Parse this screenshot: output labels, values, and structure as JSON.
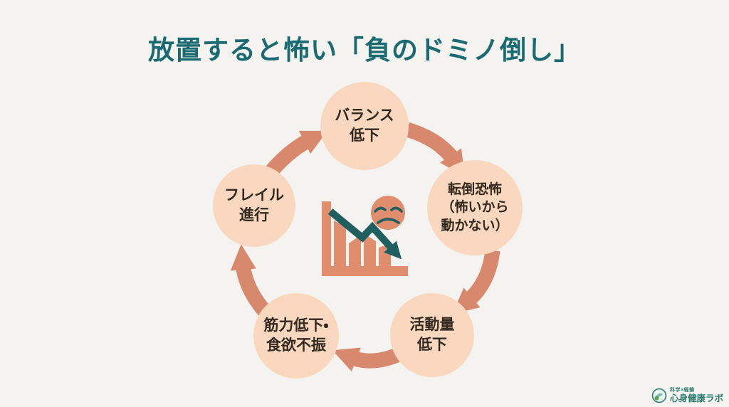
{
  "title": "放置すると怖い「負のドミノ倒し」",
  "colors": {
    "background": "#f4f3f0",
    "title_teal": "#196b71",
    "node_fill": "#f9d8bf",
    "arrow_salmon": "#d8886c",
    "icon_salmon": "#e08e6e",
    "icon_teal": "#1f5f60",
    "node_text": "#33291f",
    "brand_teal": "#2d7c72"
  },
  "diagram": {
    "type": "cycle",
    "direction": "clockwise",
    "center_icon": "declining-bar-chart-with-sad-face",
    "nodes": [
      {
        "id": "balance",
        "position": "top",
        "label_lines": [
          "バランス",
          "低下"
        ]
      },
      {
        "id": "fear",
        "position": "right",
        "label_lines": [
          "転倒恐怖",
          "（怖いから",
          "動かない）"
        ]
      },
      {
        "id": "activity",
        "position": "bottom-right",
        "label_lines": [
          "活動量",
          "低下"
        ]
      },
      {
        "id": "muscle",
        "position": "bottom-left",
        "label_lines": [
          "筋力低下・",
          "食欲不振"
        ]
      },
      {
        "id": "frailty",
        "position": "left",
        "label_lines": [
          "フレイル",
          "進行"
        ]
      }
    ]
  },
  "footer": {
    "brand_tagline": "科学×経験",
    "brand_name": "心身健康ラボ"
  }
}
